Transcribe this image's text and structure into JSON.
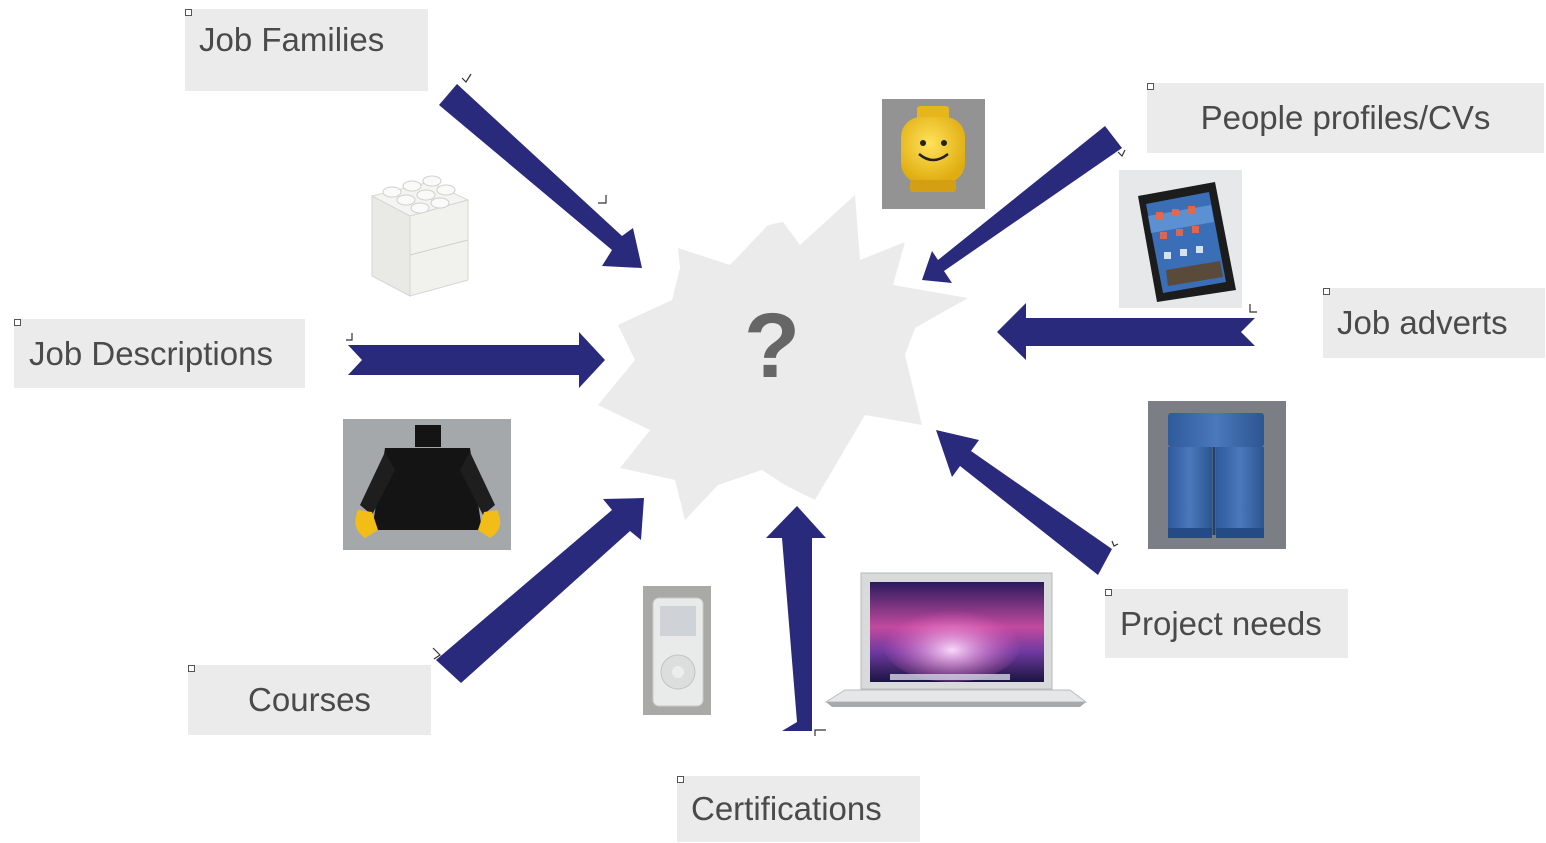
{
  "colors": {
    "arrow": "#2a2a7c",
    "label_bg": "#ebebeb",
    "label_text": "#4a4a4a",
    "burst": "#ebebeb",
    "question": "#666666"
  },
  "center": {
    "symbol": "?"
  },
  "labels": {
    "job_families": "Job Families",
    "people_profiles": "People profiles/CVs",
    "job_descriptions": "Job Descriptions",
    "job_adverts": "Job adverts",
    "courses": "Courses",
    "project_needs": "Project needs",
    "certifications": "Certifications"
  },
  "images": [
    {
      "name": "lego-brick-image",
      "subject": "white LEGO brick"
    },
    {
      "name": "lego-head-image",
      "subject": "yellow LEGO minifigure head"
    },
    {
      "name": "ipad-image",
      "subject": "tablet computer"
    },
    {
      "name": "lego-torso-image",
      "subject": "black LEGO minifigure torso"
    },
    {
      "name": "lego-legs-image",
      "subject": "blue LEGO minifigure legs"
    },
    {
      "name": "ipod-image",
      "subject": "white music player"
    },
    {
      "name": "macbook-image",
      "subject": "laptop computer"
    }
  ]
}
